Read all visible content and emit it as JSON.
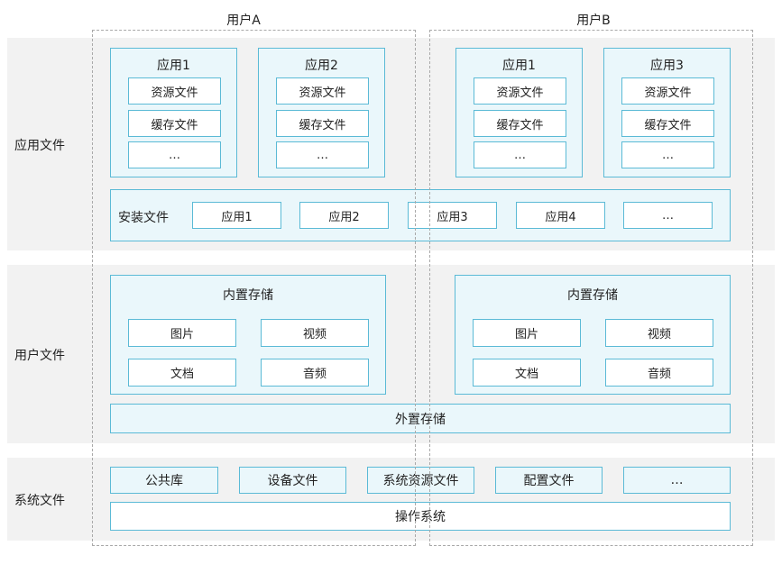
{
  "users": {
    "a": "用户A",
    "b": "用户B"
  },
  "bands": {
    "app_files": "应用文件",
    "user_files": "用户文件",
    "system_files": "系统文件"
  },
  "app_blocks": [
    {
      "title": "应用1",
      "items": [
        "资源文件",
        "缓存文件",
        "…"
      ]
    },
    {
      "title": "应用2",
      "items": [
        "资源文件",
        "缓存文件",
        "…"
      ]
    },
    {
      "title": "应用1",
      "items": [
        "资源文件",
        "缓存文件",
        "…"
      ]
    },
    {
      "title": "应用3",
      "items": [
        "资源文件",
        "缓存文件",
        "…"
      ]
    }
  ],
  "install": {
    "label": "安装文件",
    "items": [
      "应用1",
      "应用2",
      "应用3",
      "应用4",
      "…"
    ]
  },
  "internal_storage": [
    {
      "title": "内置存储",
      "items": [
        "图片",
        "视频",
        "文档",
        "音频"
      ]
    },
    {
      "title": "内置存储",
      "items": [
        "图片",
        "视频",
        "文档",
        "音频"
      ]
    }
  ],
  "external_storage": "外置存储",
  "system": {
    "items": [
      "公共库",
      "设备文件",
      "系统资源文件",
      "配置文件",
      "…"
    ],
    "os": "操作系统"
  },
  "colors": {
    "border": "#5bbad6",
    "panel_fill": "#eaf7fb",
    "band_fill": "#f2f2f2",
    "dashed": "#a9a9a9"
  }
}
